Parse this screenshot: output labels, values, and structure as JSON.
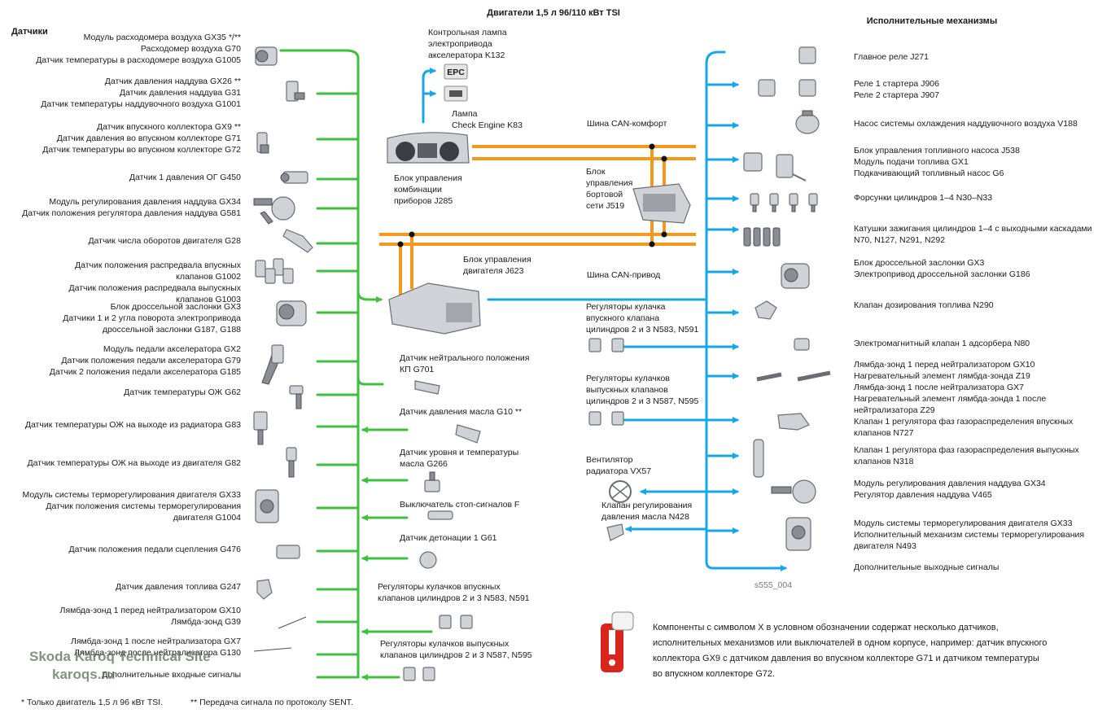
{
  "title": "Двигатели 1,5 л 96/110 кВт TSI",
  "sensors_heading": "Датчики",
  "actuators_heading": "Исполнительные механизмы",
  "sensors": [
    {
      "lines": [
        "Модуль расходомера воздуха GX35 */**",
        "Расходомер воздуха G70",
        "Датчик температуры в расходомере воздуха G1005"
      ]
    },
    {
      "lines": [
        "Датчик давления наддува GX26 **",
        "Датчик давления наддува G31",
        "Датчик температуры наддувочного воздуха G1001"
      ]
    },
    {
      "lines": [
        "Датчик впускного коллектора GX9 **",
        "Датчик давления во впускном коллекторе G71",
        "Датчик температуры во впускном коллекторе G72"
      ]
    },
    {
      "lines": [
        "Датчик 1 давления ОГ G450"
      ]
    },
    {
      "lines": [
        "Модуль регулирования давления наддува GX34",
        "Датчик положения регулятора давления наддува G581"
      ]
    },
    {
      "lines": [
        "Датчик числа оборотов двигателя G28"
      ]
    },
    {
      "lines": [
        "Датчик положения распредвала впускных",
        "клапанов G1002",
        "Датчик положения распредвала выпускных",
        "клапанов G1003"
      ]
    },
    {
      "lines": [
        "Блок дроссельной заслонки GX3",
        "Датчики 1 и 2 угла поворота электропривода",
        "дроссельной заслонки G187, G188"
      ]
    },
    {
      "lines": [
        "Модуль педали акселератора GX2",
        "Датчик положения педали акселератора G79",
        "Датчик 2 положения педали акселератора G185"
      ]
    },
    {
      "lines": [
        "Датчик температуры ОЖ G62"
      ]
    },
    {
      "lines": [
        "Датчик температуры ОЖ на выходе из радиатора G83"
      ]
    },
    {
      "lines": [
        "Датчик температуры ОЖ на выходе из двигателя G82"
      ]
    },
    {
      "lines": [
        "Модуль системы терморегулирования двигателя GX33",
        "Датчик положения системы терморегулирования",
        "двигателя G1004"
      ]
    },
    {
      "lines": [
        "Датчик положения педали сцепления G476"
      ]
    },
    {
      "lines": [
        "Датчик давления топлива G247"
      ]
    },
    {
      "lines": [
        "Лямбда-зонд 1 перед нейтрализатором GX10",
        "Лямбда-зонд G39"
      ]
    },
    {
      "lines": [
        "Лямбда-зонд 1 после нейтрализатора GX7",
        "Лямбда-зонд после нейтрализатора G130"
      ]
    },
    {
      "lines": [
        "Дополнительные входные сигналы"
      ]
    }
  ],
  "center": {
    "epc_lamp": {
      "lines": [
        "Контрольная лампа",
        "электропривода",
        "акселератора K132"
      ],
      "badge": "EPC"
    },
    "check_engine": {
      "lines": [
        "Лампа",
        "Check Engine K83"
      ]
    },
    "cluster": {
      "lines": [
        "Блок управления",
        "комбинации",
        "приборов J285"
      ]
    },
    "can_comfort": "Шина CAN-комфорт",
    "bcm": {
      "lines": [
        "Блок",
        "управления",
        "бортовой",
        "сети J519"
      ]
    },
    "ecu": {
      "lines": [
        "Блок управления",
        "двигателя J623"
      ]
    },
    "can_drive": "Шина CAN-привод",
    "neutral": {
      "lines": [
        "Датчик нейтрального положения",
        "КП G701"
      ]
    },
    "oil_pressure": {
      "lines": [
        "Датчик давления масла G10 **"
      ]
    },
    "oil_level": {
      "lines": [
        "Датчик уровня и температуры",
        "масла G266"
      ]
    },
    "brake_switch": {
      "lines": [
        "Выключатель стоп-сигналов F"
      ]
    },
    "knock": {
      "lines": [
        "Датчик детонации 1 G61"
      ]
    },
    "cam_in_s": {
      "lines": [
        "Регуляторы кулачков впускных",
        "клапанов цилиндров 2 и 3 N583, N591"
      ]
    },
    "cam_out_s": {
      "lines": [
        "Регуляторы кулачков выпускных",
        "клапанов цилиндров 2 и 3 N587, N595"
      ]
    },
    "cam_in_a": {
      "lines": [
        "Регуляторы кулачка",
        "впускного клапана",
        "цилиндров 2 и 3 N583, N591"
      ]
    },
    "cam_out_a": {
      "lines": [
        "Регуляторы кулачков",
        "выпускных клапанов",
        "цилиндров 2 и 3 N587, N595"
      ]
    },
    "fan": {
      "lines": [
        "Вентилятор",
        "радиатора VX57"
      ]
    },
    "oil_valve": {
      "lines": [
        "Клапан регулирования",
        "давления масла N428"
      ]
    }
  },
  "actuators": [
    {
      "lines": [
        "Главное реле J271"
      ]
    },
    {
      "lines": [
        "Реле 1 стартера J906",
        "Реле 2 стартера J907"
      ]
    },
    {
      "lines": [
        "Насос системы охлаждения наддувочного воздуха V188"
      ]
    },
    {
      "lines": [
        "Блок управления топливного насоса J538",
        "Модуль подачи топлива GX1",
        "Подкачивающий топливный насос G6"
      ]
    },
    {
      "lines": [
        "Форсунки цилиндров 1–4 N30–N33"
      ]
    },
    {
      "lines": [
        "Катушки зажигания цилиндров 1–4 с выходными каскадами",
        "N70, N127, N291, N292"
      ]
    },
    {
      "lines": [
        "Блок дроссельной заслонки GX3",
        "Электропривод дроссельной заслонки G186"
      ]
    },
    {
      "lines": [
        "Клапан дозирования топлива N290"
      ]
    },
    {
      "lines": [
        "Электромагнитный клапан 1 адсорбера N80"
      ]
    },
    {
      "lines": [
        "Лямбда-зонд 1 перед нейтрализатором GX10",
        "Нагревательный элемент лямбда-зонда Z19",
        "Лямбда-зонд 1 после нейтрализатора GX7",
        "Нагревательный элемент лямбда-зонда 1 после",
        "нейтрализатора Z29"
      ]
    },
    {
      "lines": [
        "Клапан 1 регулятора фаз газораспределения впускных",
        "клапанов N727"
      ]
    },
    {
      "lines": [
        "Клапан 1 регулятора фаз газораспределения выпускных",
        "клапанов N318"
      ]
    },
    {
      "lines": [
        "Модуль регулирования давления наддува GX34",
        "Регулятор давления наддува V465"
      ]
    },
    {
      "lines": [
        "Модуль системы терморегулирования двигателя GX33",
        "Исполнительный механизм системы терморегулирования",
        "двигателя N493"
      ]
    },
    {
      "lines": [
        "Дополнительные выходные сигналы"
      ]
    }
  ],
  "figure_code": "s555_004",
  "note_lines": [
    "Компоненты с символом X в условном обозначении содержат несколько датчиков,",
    "исполнительных механизмов или выключателей в одном корпусе, например: датчик впускного",
    "коллектора GX9 с датчиком давления во впускном коллекторе G71 и датчиком температуры",
    "во впускном коллекторе G72."
  ],
  "footnote_1": "* Только двигатель 1,5 л 96 кВт TSI.",
  "footnote_2": "** Передача сигнала по протоколу SENT.",
  "watermark_1": "Skoda Karoq Technical Site",
  "watermark_2": "karoqs.ru",
  "colors": {
    "sensor_line": "#3fbf3f",
    "actuator_line": "#18a7e6",
    "can_bus": "#f29a1f",
    "note_red": "#d9261c"
  }
}
